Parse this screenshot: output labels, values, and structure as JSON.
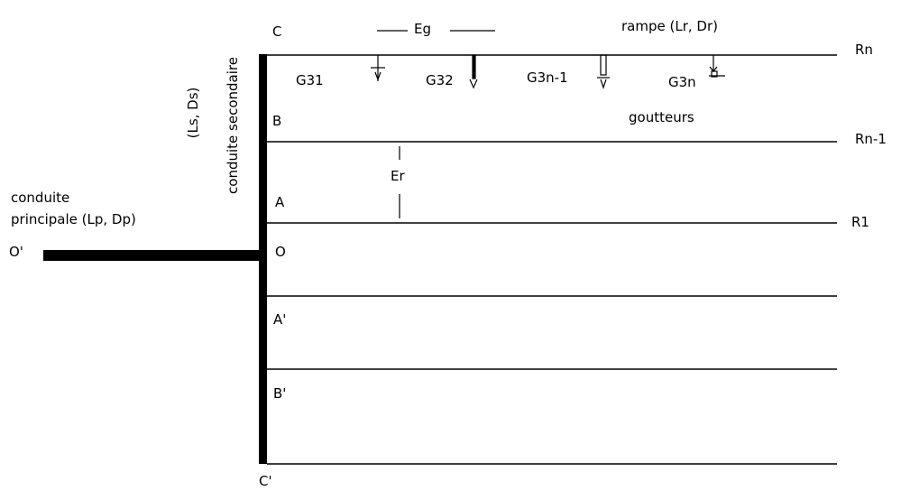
{
  "colors": {
    "line": "#000000",
    "background": "#ffffff"
  },
  "points": {
    "c": "C",
    "b": "B",
    "a": "A",
    "o": "O",
    "a_prime": "A'",
    "b_prime": "B'",
    "c_prime": "C'",
    "o_prime": "O'"
  },
  "ramps": {
    "rn": "Rn",
    "rn_1": "Rn-1",
    "r1": "R1"
  },
  "drippers": {
    "g31": "G31",
    "g32": "G32",
    "g3n_1": "G3n-1",
    "g3n": "G3n"
  },
  "labels": {
    "eg": "Eg",
    "er": "Er",
    "ramp": "rampe (Lr, Dr)",
    "drippers": "goutteurs",
    "secondary_line1": "(Ls, Ds)",
    "secondary_line2": "conduite secondaire",
    "main_line1": "conduite",
    "main_line2": "principale (Lp, Dp)"
  }
}
